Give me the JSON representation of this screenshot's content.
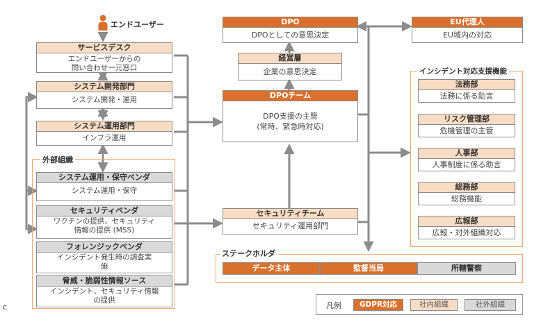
{
  "end_user": {
    "label": "エンドユーザー"
  },
  "left_column": {
    "service_desk": {
      "title": "サービスデスク",
      "body": [
        "エンドユーザーからの",
        "問い合わせ一元窓口"
      ]
    },
    "dev_dept": {
      "title": "システム開発部門",
      "body": [
        "システム開発・運用"
      ]
    },
    "ops_dept": {
      "title": "システム運用部門",
      "body": [
        "インフラ運用"
      ]
    }
  },
  "external_org": {
    "label": "外部組織",
    "ops_vendor": {
      "title": "システム運用・保守ベンダ",
      "body": [
        "システム運用・保守"
      ]
    },
    "security_vendor": {
      "title": "セキュリティベンダ",
      "body": [
        "ワクチンの提供、セキュリティ",
        "情報の提供 (MSS)"
      ]
    },
    "forensic_vendor": {
      "title": "フォレンジックベンダ",
      "body": [
        "インシデント発生時の調査実",
        "施"
      ]
    },
    "threat_source": {
      "title": "脅威・脆弱性情報ソース",
      "body": [
        "インシデント、セキュリティ情報",
        "の提供"
      ]
    }
  },
  "center": {
    "dpo": {
      "title": "DPO",
      "body": [
        "DPOとしての意思決定"
      ]
    },
    "management": {
      "title": "経営層",
      "body": [
        "企業の意思決定"
      ]
    },
    "dpo_team": {
      "title": "DPOチーム",
      "body": [
        "DPO支援の主管",
        "(常時、緊急時対応)"
      ]
    },
    "security_team": {
      "title": "セキュリティチーム",
      "body": [
        "セキュリティ運用部門"
      ]
    }
  },
  "eu_rep": {
    "title": "EU代理人",
    "body": [
      "EU域内の対応"
    ]
  },
  "incident_support": {
    "label": "インシデント対応支援機能",
    "legal": {
      "title": "法務部",
      "body": [
        "法務に係る助言"
      ]
    },
    "risk": {
      "title": "リスク管理部",
      "body": [
        "危機管理の主管"
      ]
    },
    "hr": {
      "title": "人事部",
      "body": [
        "人事制度に係る助言"
      ]
    },
    "general_affairs": {
      "title": "総務部",
      "body": [
        "総務機能"
      ]
    },
    "pr": {
      "title": "広報部",
      "body": [
        "広報・対外組織対応"
      ]
    }
  },
  "stakeholder": {
    "label": "ステークホルダ",
    "items": [
      "データ主体",
      "監督当局",
      "所轄警察"
    ]
  },
  "legend": {
    "label": "凡例",
    "gdpr": "GDPR対応",
    "internal": "社内組織",
    "external": "社外組織"
  },
  "corner_mark": "c",
  "colors": {
    "gdpr": "#d9702b",
    "internal": "#f8dcc3",
    "external": "#d9d9d9",
    "frame": "#f0a56a",
    "arrow": "#8c8c8c"
  }
}
